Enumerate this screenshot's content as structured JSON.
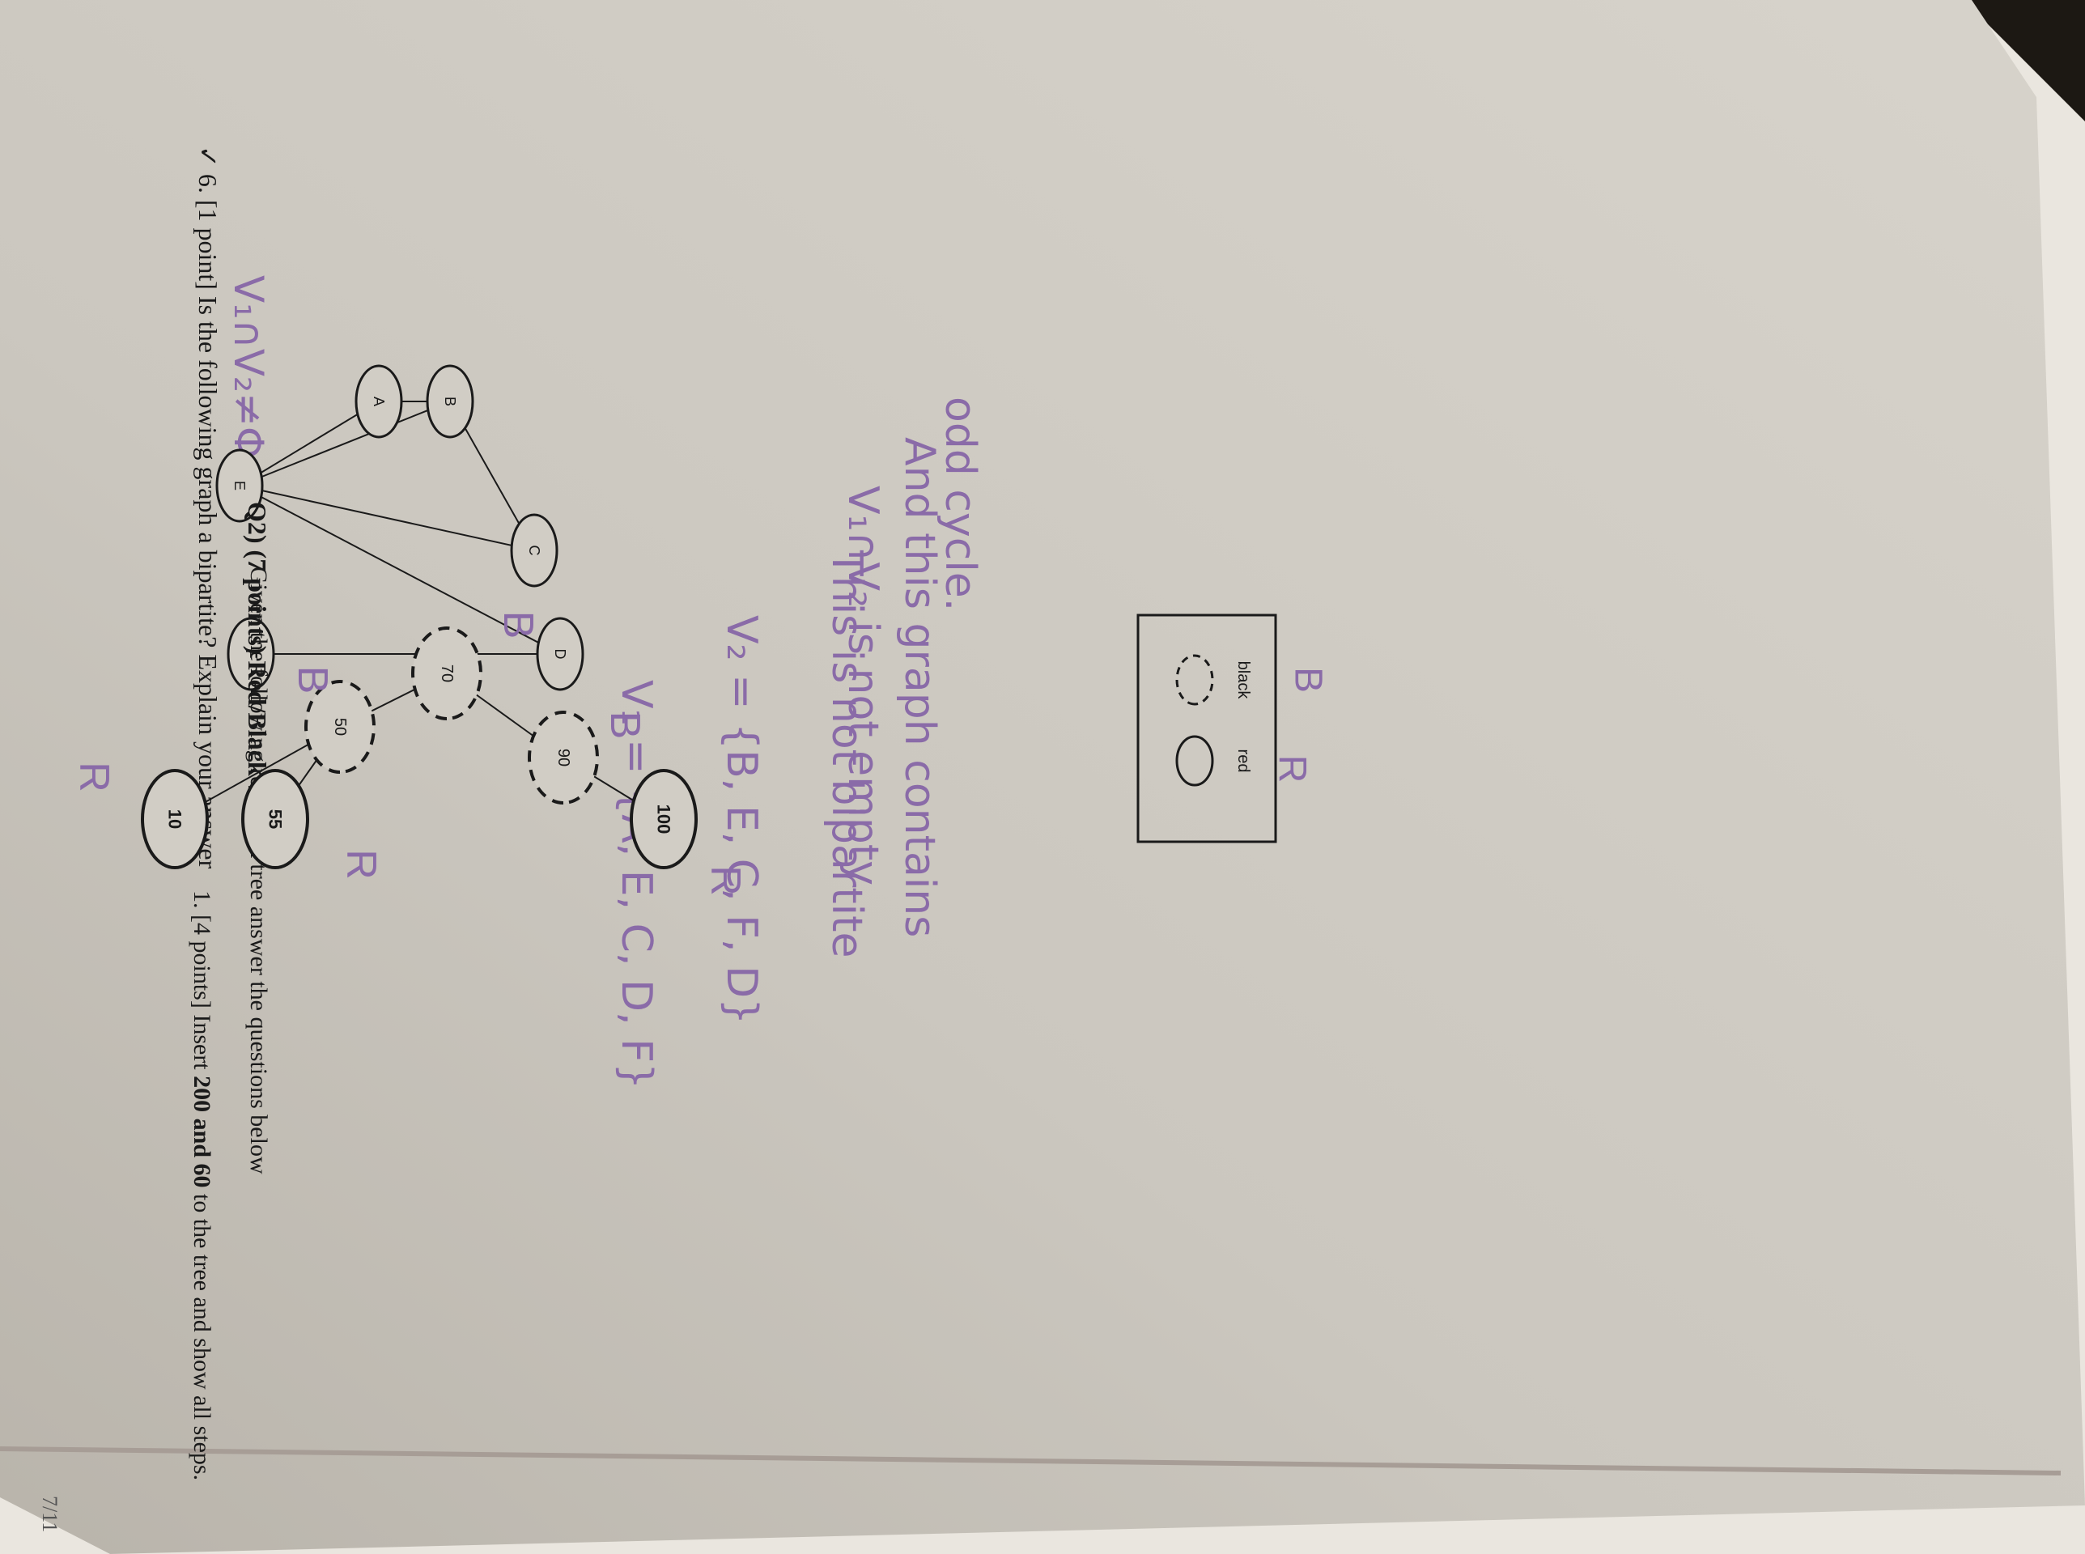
{
  "question6": {
    "number": "6.",
    "text": "[1 point] Is the following graph a bipartite? Explain your answer",
    "check_mark": "✓",
    "graph_nodes": [
      "A",
      "B",
      "C",
      "D",
      "E",
      "F"
    ]
  },
  "handwriting": {
    "v1_v2": "V₁∩V₂≠Φ",
    "answer_lines": [
      "V₁ = {A, E, C, D, F}",
      "V₂ = {B, E, C, F, D}",
      "This is not bipartite",
      "V₁∩V₂ is not empty",
      "And this graph contains",
      "odd cycle."
    ]
  },
  "question2": {
    "heading": "Q2) (7 points) Red/Black Tree",
    "instructions": "Given the following red black tree answer the questions below",
    "tree_nodes": [
      {
        "key": "70",
        "color": "black",
        "annotation": "B"
      },
      {
        "key": "50",
        "color": "black",
        "annotation": "B"
      },
      {
        "key": "90",
        "color": "black",
        "annotation": "B"
      },
      {
        "key": "10",
        "color": "red",
        "annotation": "R"
      },
      {
        "key": "55",
        "color": "red",
        "annotation": "R"
      },
      {
        "key": "100",
        "color": "red",
        "annotation": "R"
      }
    ],
    "legend": {
      "black_label": "black",
      "red_label": "red",
      "black_annotation": "B",
      "red_annotation": "R"
    },
    "task_number": "1.",
    "task_prefix": "[4 points] Insert ",
    "task_bold": "200 and 60",
    "task_suffix": " to the tree and show all steps."
  },
  "page_number": "7/11",
  "colors": {
    "paper": "#cfcbc3",
    "ink": "#1a1a1a",
    "handwriting": "#8a6ba8",
    "background": "#1c1813"
  }
}
